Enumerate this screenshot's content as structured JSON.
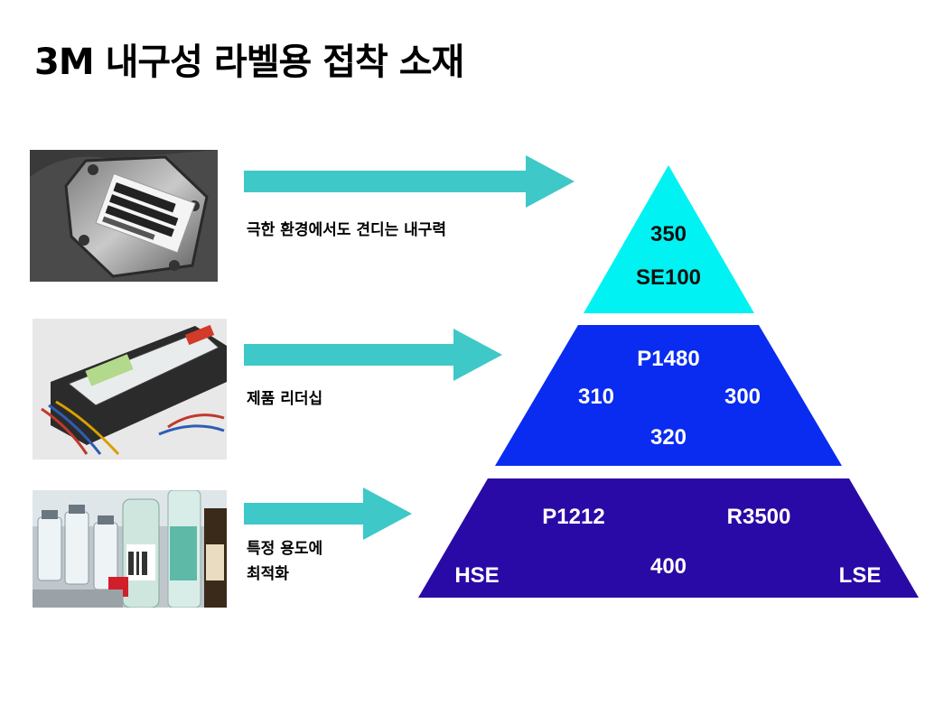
{
  "title": "3M 내구성 라벨용 접착 소재",
  "rows": [
    {
      "caption_lines": [
        "극한 환경에서도 견디는 내구력"
      ]
    },
    {
      "caption_lines": [
        "제품 리더십"
      ]
    },
    {
      "caption_lines": [
        "특정 용도에",
        "최적화"
      ]
    }
  ],
  "pyramid": {
    "top": {
      "color": "#00f2f2",
      "labels": [
        "350",
        "SE100"
      ]
    },
    "middle": {
      "color": "#0a2cf0",
      "labels": [
        "P1480",
        "310",
        "300",
        "320"
      ]
    },
    "bottom": {
      "color": "#2a0aa6",
      "labels": [
        "P1212",
        "R3500",
        "400",
        "HSE",
        "LSE"
      ]
    }
  },
  "colors": {
    "arrow": "#3ec8c8"
  }
}
